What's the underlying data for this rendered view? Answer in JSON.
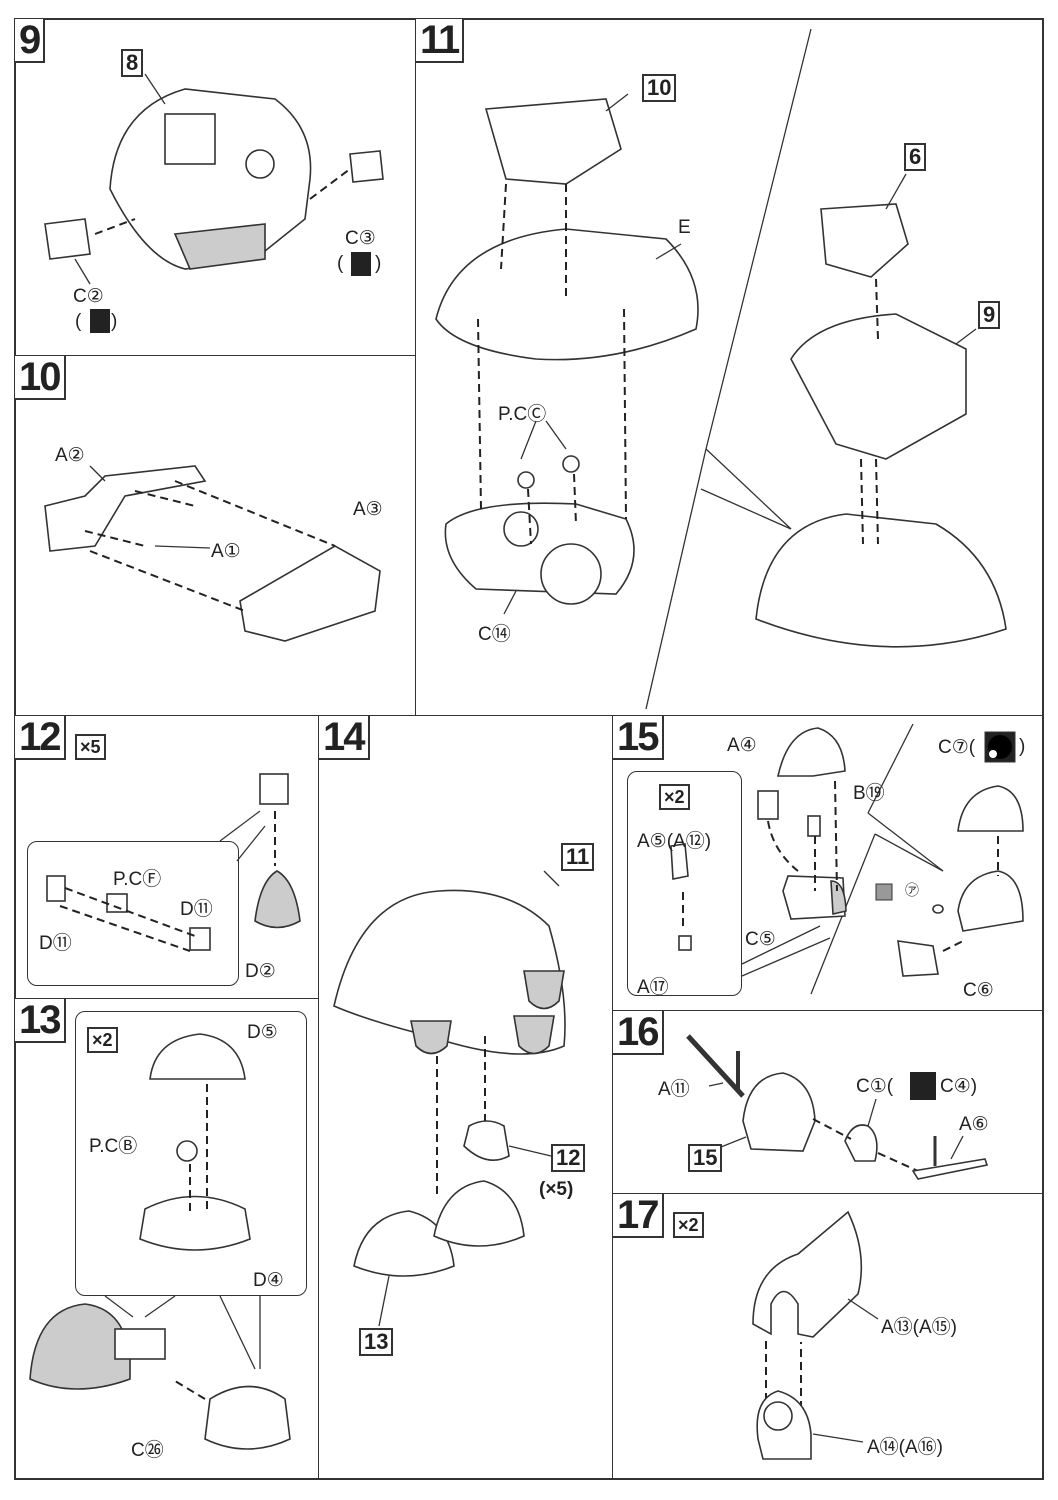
{
  "steps": {
    "s9": {
      "number": "9",
      "ref": "8",
      "labels": [
        "C②",
        "(",
        ")",
        "C③",
        "(",
        ")"
      ]
    },
    "s10": {
      "number": "10",
      "labels": [
        "A②",
        "A③",
        "A①"
      ]
    },
    "s11": {
      "number": "11",
      "refs": [
        "10",
        "6",
        "9"
      ],
      "labels": [
        "E",
        "P.CⒸ",
        "C⑭"
      ]
    },
    "s12": {
      "number": "12",
      "multiplier": "×5",
      "labels": [
        "P.CⒻ",
        "D⑪",
        "D⑪",
        "D②"
      ]
    },
    "s13": {
      "number": "13",
      "multiplier": "×2",
      "labels": [
        "D⑤",
        "P.CⒷ",
        "D④",
        "C㉖"
      ]
    },
    "s14": {
      "number": "14",
      "refs": [
        "11",
        "12",
        "13"
      ],
      "ref_multiplier": "(×5)"
    },
    "s15": {
      "number": "15",
      "multiplier": "×2",
      "labels": [
        "A④",
        "B⑲",
        "A⑤(A⑫)",
        "C⑤",
        "A⑰",
        "C⑦(",
        ")",
        "㋐",
        "C⑥"
      ]
    },
    "s16": {
      "number": "16",
      "ref": "15",
      "labels": [
        "A⑪",
        "C①(",
        "C④)",
        "A⑥"
      ]
    },
    "s17": {
      "number": "17",
      "multiplier": "×2",
      "labels": [
        "A⑬(A⑮)",
        "A⑭(A⑯)"
      ]
    }
  }
}
